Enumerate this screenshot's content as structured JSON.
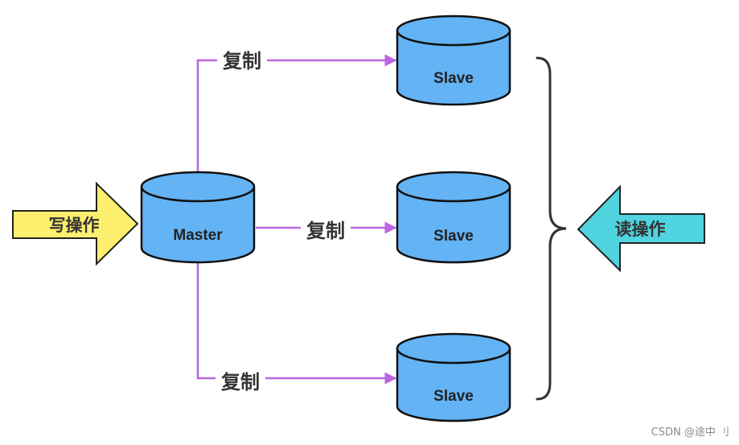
{
  "colors": {
    "db_fill": "#63b3f5",
    "db_stroke": "#111111",
    "connector": "#bb66dd",
    "write_arrow_fill": "#ffef6e",
    "read_arrow_fill": "#4fd4e0",
    "brace": "#333333"
  },
  "master": {
    "label": "Master"
  },
  "slaves": [
    {
      "label": "Slave"
    },
    {
      "label": "Slave"
    },
    {
      "label": "Slave"
    }
  ],
  "edges": [
    {
      "label": "复制"
    },
    {
      "label": "复制"
    },
    {
      "label": "复制"
    }
  ],
  "write_op": {
    "label": "写操作"
  },
  "read_op": {
    "label": "读操作"
  },
  "watermark": "CSDN @途中 刂"
}
